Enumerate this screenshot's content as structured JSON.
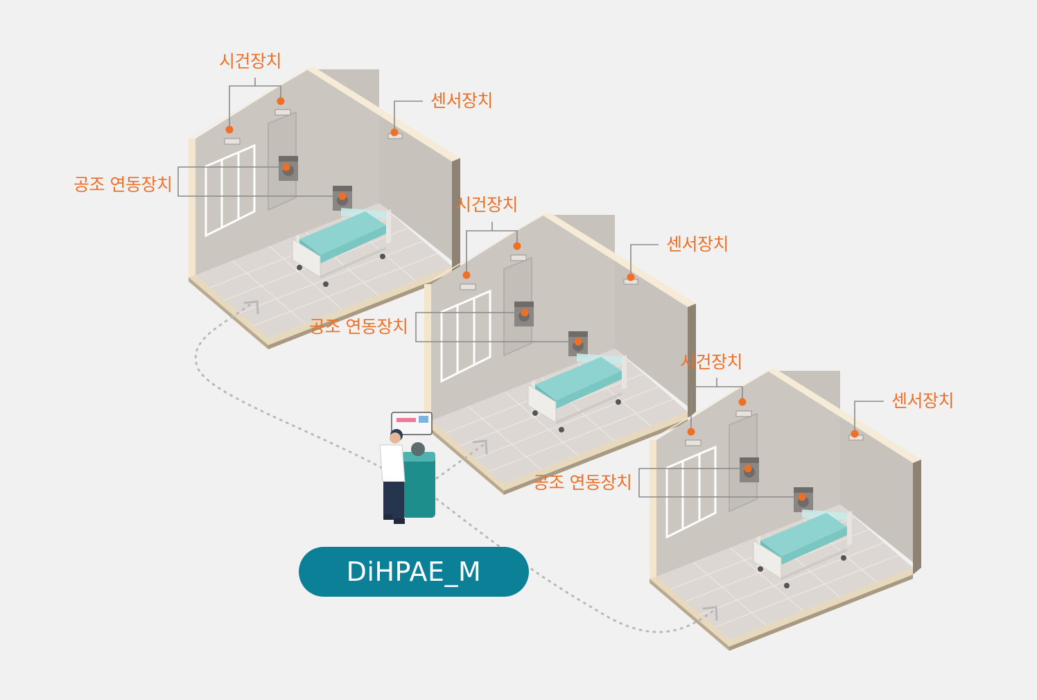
{
  "colors": {
    "background": "#f1f1f1",
    "accent_orange": "#ee7026",
    "pill_teal": "#0c8096",
    "wall_back": "#cdc7c2",
    "wall_end": "#ede3d6",
    "floor": "#ddd8d3",
    "bed_mattress": "#8fd3d0",
    "leader_line": "#7f7f7f"
  },
  "rooms": [
    {
      "name": "room-1",
      "time_device_label": "시건장치",
      "sensor_label": "센서장치",
      "hvac_label": "공조 연동장치"
    },
    {
      "name": "room-2",
      "time_device_label": "시건장치",
      "sensor_label": "센서장치",
      "hvac_label": "공조 연동장치"
    },
    {
      "name": "room-3",
      "time_device_label": "시건장치",
      "sensor_label": "센서장치",
      "hvac_label": "공조 연동장치"
    }
  ],
  "robot": {
    "name": "DiHPAE_M",
    "icon": "disinfection-robot-with-operator"
  },
  "path": {
    "icon": "dotted-arrow-path"
  }
}
